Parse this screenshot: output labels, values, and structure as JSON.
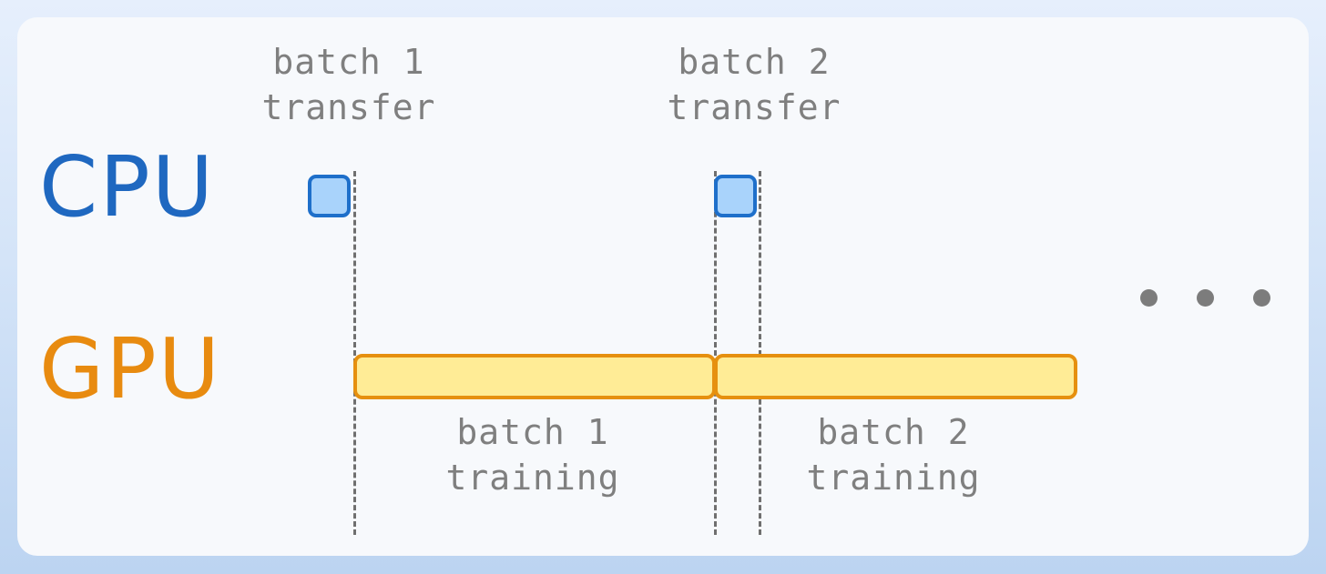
{
  "rows": {
    "cpu_label": "CPU",
    "gpu_label": "GPU"
  },
  "transfers": [
    {
      "label": "batch 1\ntransfer"
    },
    {
      "label": "batch 2\ntransfer"
    }
  ],
  "trainings": [
    {
      "label": "batch 1\ntraining"
    },
    {
      "label": "batch 2\ntraining"
    }
  ],
  "colors": {
    "cpu": "#1f68c0",
    "gpu": "#e88b10",
    "transfer_fill": "#a9d3fb",
    "training_fill": "#ffec96"
  },
  "continuation": "ellipsis-dots"
}
